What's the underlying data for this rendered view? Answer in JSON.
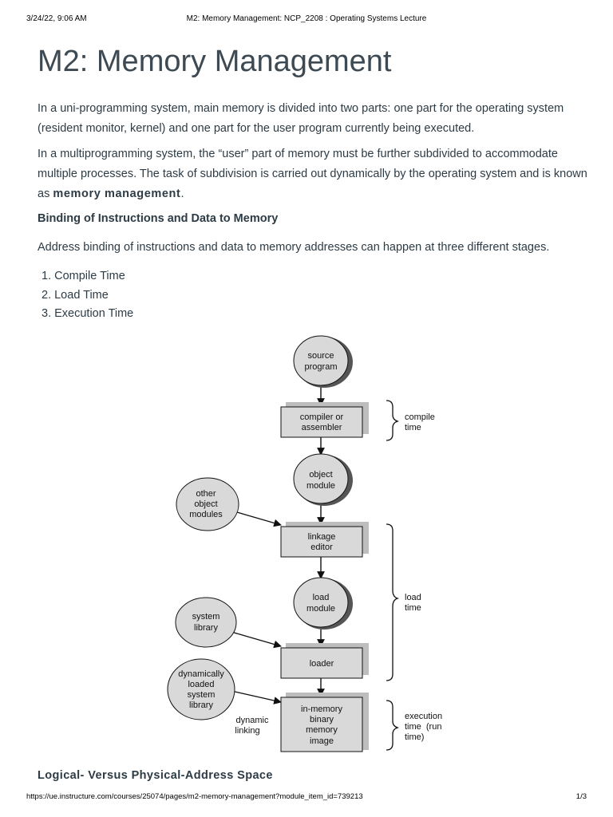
{
  "print_header": {
    "datetime": "3/24/22, 9:06 AM",
    "document_title": "M2: Memory Management: NCP_2208 : Operating Systems Lecture"
  },
  "page": {
    "title": "M2: Memory Management",
    "para1": "In a uni-programming system, main memory is divided into two parts: one part for the operating system (resident monitor, kernel) and one part for the user program currently being executed.",
    "para2_before": "In a multiprogramming system, the “user” part of memory must be further subdivided to accommodate multiple processes. The task of subdivision is carried out dynamically by the operating system and is known as ",
    "para2_bold": "memory management",
    "para2_after": ".",
    "heading_binding": "Binding of Instructions and Data to Memory",
    "para3": "Address binding of instructions and data to memory addresses can happen at three different stages.",
    "stages": [
      "1. Compile Time",
      "2. Load Time",
      "3. Execution Time"
    ],
    "heading_logical": "Logical- Versus Physical-Address Space"
  },
  "diagram": {
    "source_program": [
      "source",
      "program"
    ],
    "compiler": [
      "compiler or",
      "assembler"
    ],
    "object_module": [
      "object",
      "module"
    ],
    "other_object_modules": [
      "other",
      "object",
      "modules"
    ],
    "linkage_editor": [
      "linkage",
      "editor"
    ],
    "load_module": [
      "load",
      "module"
    ],
    "system_library": [
      "system",
      "library"
    ],
    "loader": [
      "loader"
    ],
    "dynamic_library": [
      "dynamically",
      "loaded",
      "system",
      "library"
    ],
    "dynamic_linking": [
      "dynamic",
      "linking"
    ],
    "memory_image": [
      "in-memory",
      "binary",
      "memory",
      "image"
    ],
    "compile_time": [
      "compile",
      "time"
    ],
    "load_time": [
      "load",
      "time"
    ],
    "execution_time": [
      "execution",
      "time  (run",
      "time)"
    ]
  },
  "print_footer": {
    "url": "https://ue.instructure.com/courses/25074/pages/m2-memory-management?module_item_id=739213",
    "page_count": "1/3"
  }
}
